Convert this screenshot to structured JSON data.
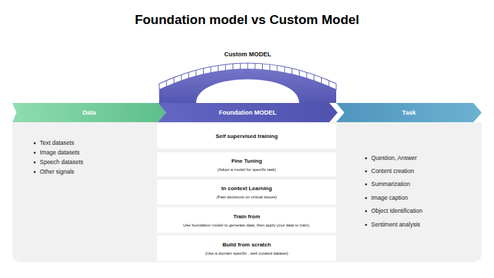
{
  "diagram": {
    "title": "Foundation model vs Custom Model",
    "nodes": [
      {
        "text": [
          "Custom MODEL"
        ]
      },
      {
        "text": [
          "Data"
        ]
      },
      {
        "text": [
          "Foundation MODEL"
        ]
      },
      {
        "text": [
          "Task"
        ]
      },
      {
        "text": [
          "Self supervised training"
        ]
      },
      {
        "text": [
          "Fine Tuning",
          "(Adopt a model for specific task)"
        ]
      },
      {
        "text": [
          "In context Learning",
          "(Fast decisions on critical issues)"
        ]
      },
      {
        "text": [
          "Train from",
          "Use foundation model to generate data, then apply your data to train)."
        ]
      },
      {
        "text": [
          "Build from scratch",
          "(Use a domain specific , well curated dataset)"
        ]
      }
    ],
    "labels": [
      "Text datasets",
      "Image datasets",
      "Speech datasets",
      "Other signals",
      "Question, Answer",
      "Content creation",
      "Summarization",
      "Image caption",
      "Object Identification",
      "Sentiment analysis"
    ]
  }
}
